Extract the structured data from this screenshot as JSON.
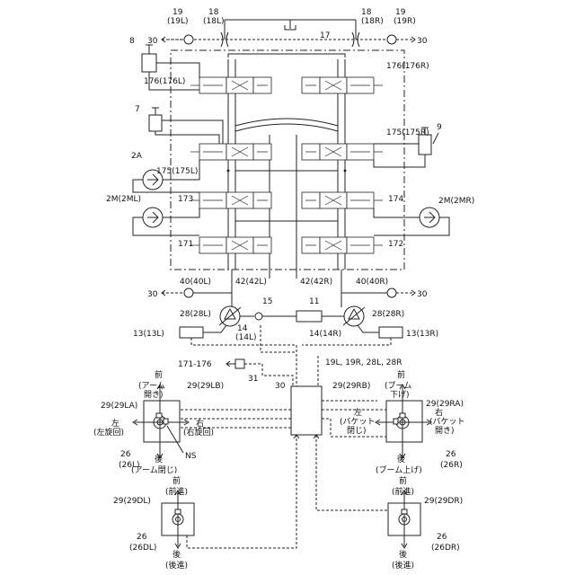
{
  "labels": {
    "l19": "19",
    "l19L": "(19L)",
    "l18": "18",
    "l18L": "(18L)",
    "r18": "18",
    "r18R": "(18R)",
    "r19": "19",
    "r19R": "(19R)",
    "tank_left": "30",
    "tank_right": "30",
    "n17": "17",
    "n8": "8",
    "n7": "7",
    "n9": "9",
    "v176L": "176(176L)",
    "v176R": "176(176R)",
    "v175L": "175(175L)",
    "v175R": "175(175R)",
    "v173": "173",
    "v174": "174",
    "v171": "171",
    "v172": "172",
    "m2A": "2A",
    "m2ML": "2M(2ML)",
    "m2MR": "2M(2MR)",
    "p40L": "40(40L)",
    "p42L": "42(42L)",
    "p42R": "42(42R)",
    "p40R": "40(40R)",
    "t30a": "30",
    "t30b": "30",
    "n15": "15",
    "n11": "11",
    "s28L": "28(28L)",
    "s28R": "28(28R)",
    "pump14L_a": "14",
    "pump14L_b": "(14L)",
    "pump14R": "14(14R)",
    "d13L": "13(13L)",
    "d13R": "13(13R)",
    "v171_176": "171-176",
    "n31": "31",
    "n30": "30",
    "sig": "19L, 19R, 28L, 28R",
    "lever_LA": "29(29LA)",
    "lever_LB": "29(29LB)",
    "lever_RB": "29(29RB)",
    "lever_RA": "29(29RA)",
    "l_front": "前",
    "l_arm_open1": "(アーム",
    "l_arm_open2": "開き)",
    "l_left": "左",
    "l_left_swing": "(左旋回)",
    "l_right": "右",
    "l_right_swing": "(右旋回)",
    "l_back": "後",
    "l_arm_close": "(アーム閉じ)",
    "l_ns": "NS",
    "l_26": "26",
    "l_26L": "(26L)",
    "r_front": "前",
    "r_boom_down1": "(ブーム",
    "r_boom_down2": "下げ)",
    "r_left": "左",
    "r_bucket_close1": "(バケット",
    "r_bucket_close2": "閉じ)",
    "r_right": "右",
    "r_bucket_open1": "(バケット",
    "r_bucket_open2": "開き)",
    "r_back": "後",
    "r_boom_up": "(ブーム上げ)",
    "r_26": "26",
    "r_26R": "(26R)",
    "dl_lever": "29(29DL)",
    "dr_lever": "29(29DR)",
    "dl_front": "前",
    "dl_fwd": "(前進)",
    "dl_back": "後",
    "dl_rev": "(後進)",
    "dl_26": "26",
    "dl_26DL": "(26DL)",
    "dr_front": "前",
    "dr_fwd": "(前進)",
    "dr_back": "後",
    "dr_rev": "(後進)",
    "dr_26": "26",
    "dr_26DR": "(26DR)"
  }
}
